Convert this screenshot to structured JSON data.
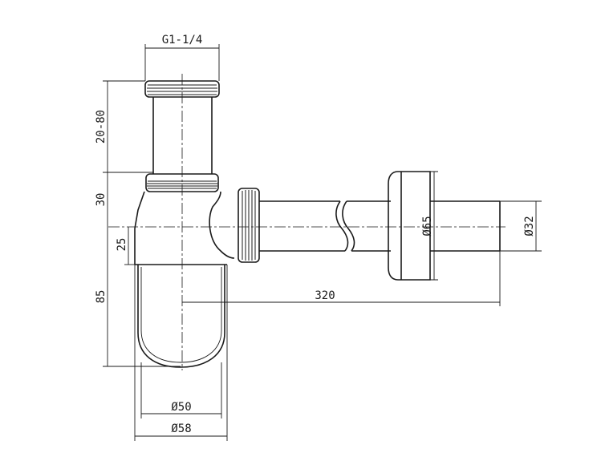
{
  "dimensions": {
    "thread_size": "G1-1/4",
    "height_range": "20-80",
    "collar_height": "30",
    "outlet_offset": "25",
    "bottle_height": "85",
    "outlet_length": "320",
    "flange_diameter": "Ø65",
    "pipe_diameter": "Ø32",
    "bottle_inner_diameter": "Ø50",
    "bottle_outer_diameter": "Ø58"
  }
}
